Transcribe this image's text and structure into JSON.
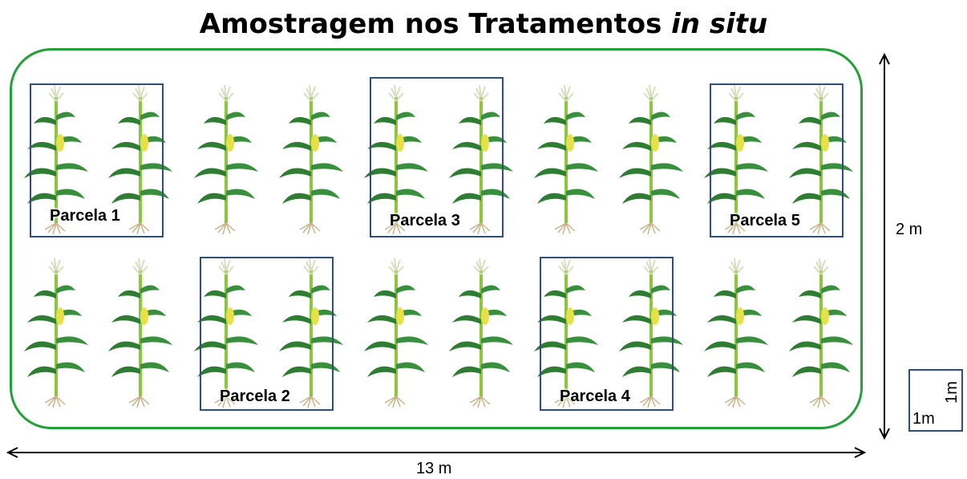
{
  "title": {
    "main": "Amostragem nos Tratamentos",
    "italic": "in situ"
  },
  "parcels": [
    {
      "label": "Parcela 1"
    },
    {
      "label": "Parcela 2"
    },
    {
      "label": "Parcela 3"
    },
    {
      "label": "Parcela 4"
    },
    {
      "label": "Parcela 5"
    }
  ],
  "dimensions": {
    "height": "2 m",
    "width": "13 m"
  },
  "scale": {
    "horizontal": "1m",
    "vertical": "1m"
  },
  "colors": {
    "field_border": "#23a038",
    "parcel_border": "#2f4f78",
    "leaf": "#2e7d32",
    "stem": "#8cc63f",
    "cob": "#e6e04a"
  },
  "plants": {
    "rows": 2,
    "per_row": 10
  }
}
